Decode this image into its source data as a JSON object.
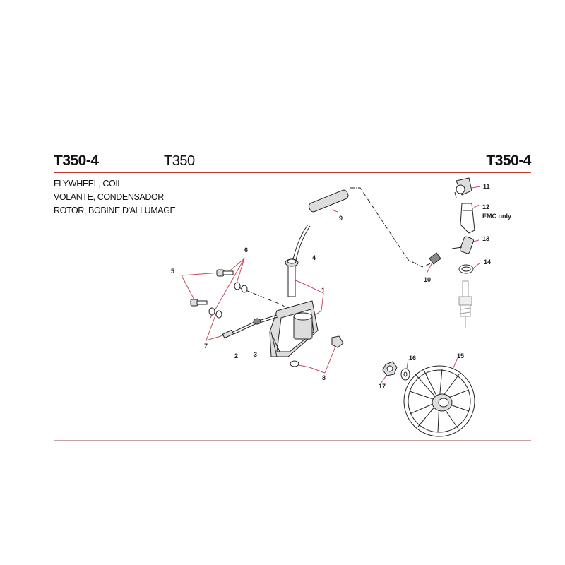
{
  "header": {
    "code_left": "T350-4",
    "model": "T350",
    "code_right": "T350-4"
  },
  "title": {
    "line1": "FLYWHEEL, COIL",
    "line2": "VOLANTE, CONDENSADOR",
    "line3": "ROTOR, BOBINE D'ALLUMAGE"
  },
  "callouts": {
    "c1": "1",
    "c2": "2",
    "c3": "3",
    "c4": "4",
    "c5": "5",
    "c6": "6",
    "c7": "7",
    "c8": "8",
    "c9": "9",
    "c10": "10",
    "c11": "11",
    "c12": "12",
    "c12_note": "EMC only",
    "c13": "13",
    "c14": "14",
    "c15": "15",
    "c16": "16",
    "c17": "17"
  },
  "colors": {
    "rule": "#c0392b",
    "leader": "#c74a5a"
  }
}
